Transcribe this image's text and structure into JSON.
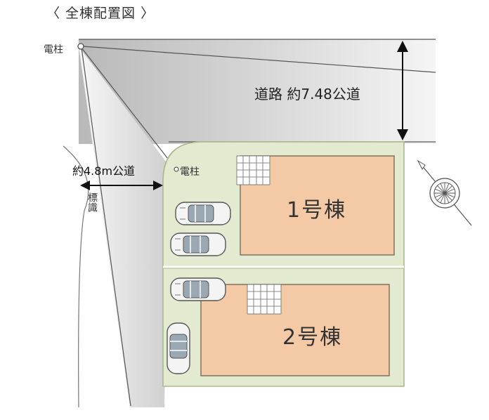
{
  "title": "〈 全棟配置図 〉",
  "labels": {
    "pole_top": "電柱",
    "pole_corner": "電柱",
    "main_road": "道路 約7.48公道",
    "side_road": "約4.8m公道",
    "sign": "標識",
    "house1": "1号棟",
    "house2": "2号棟"
  },
  "colors": {
    "lot": "#e2ead0",
    "lot_border": "#a9b88a",
    "house": "#f3c9a6",
    "house_border": "#7a6a5a",
    "road_dark": "#bfbfbf",
    "road_light": "#f2f2f2",
    "line": "#555555"
  },
  "icons": [
    "compass-icon",
    "car-icon",
    "utility-pole-icon",
    "stair-grid"
  ]
}
